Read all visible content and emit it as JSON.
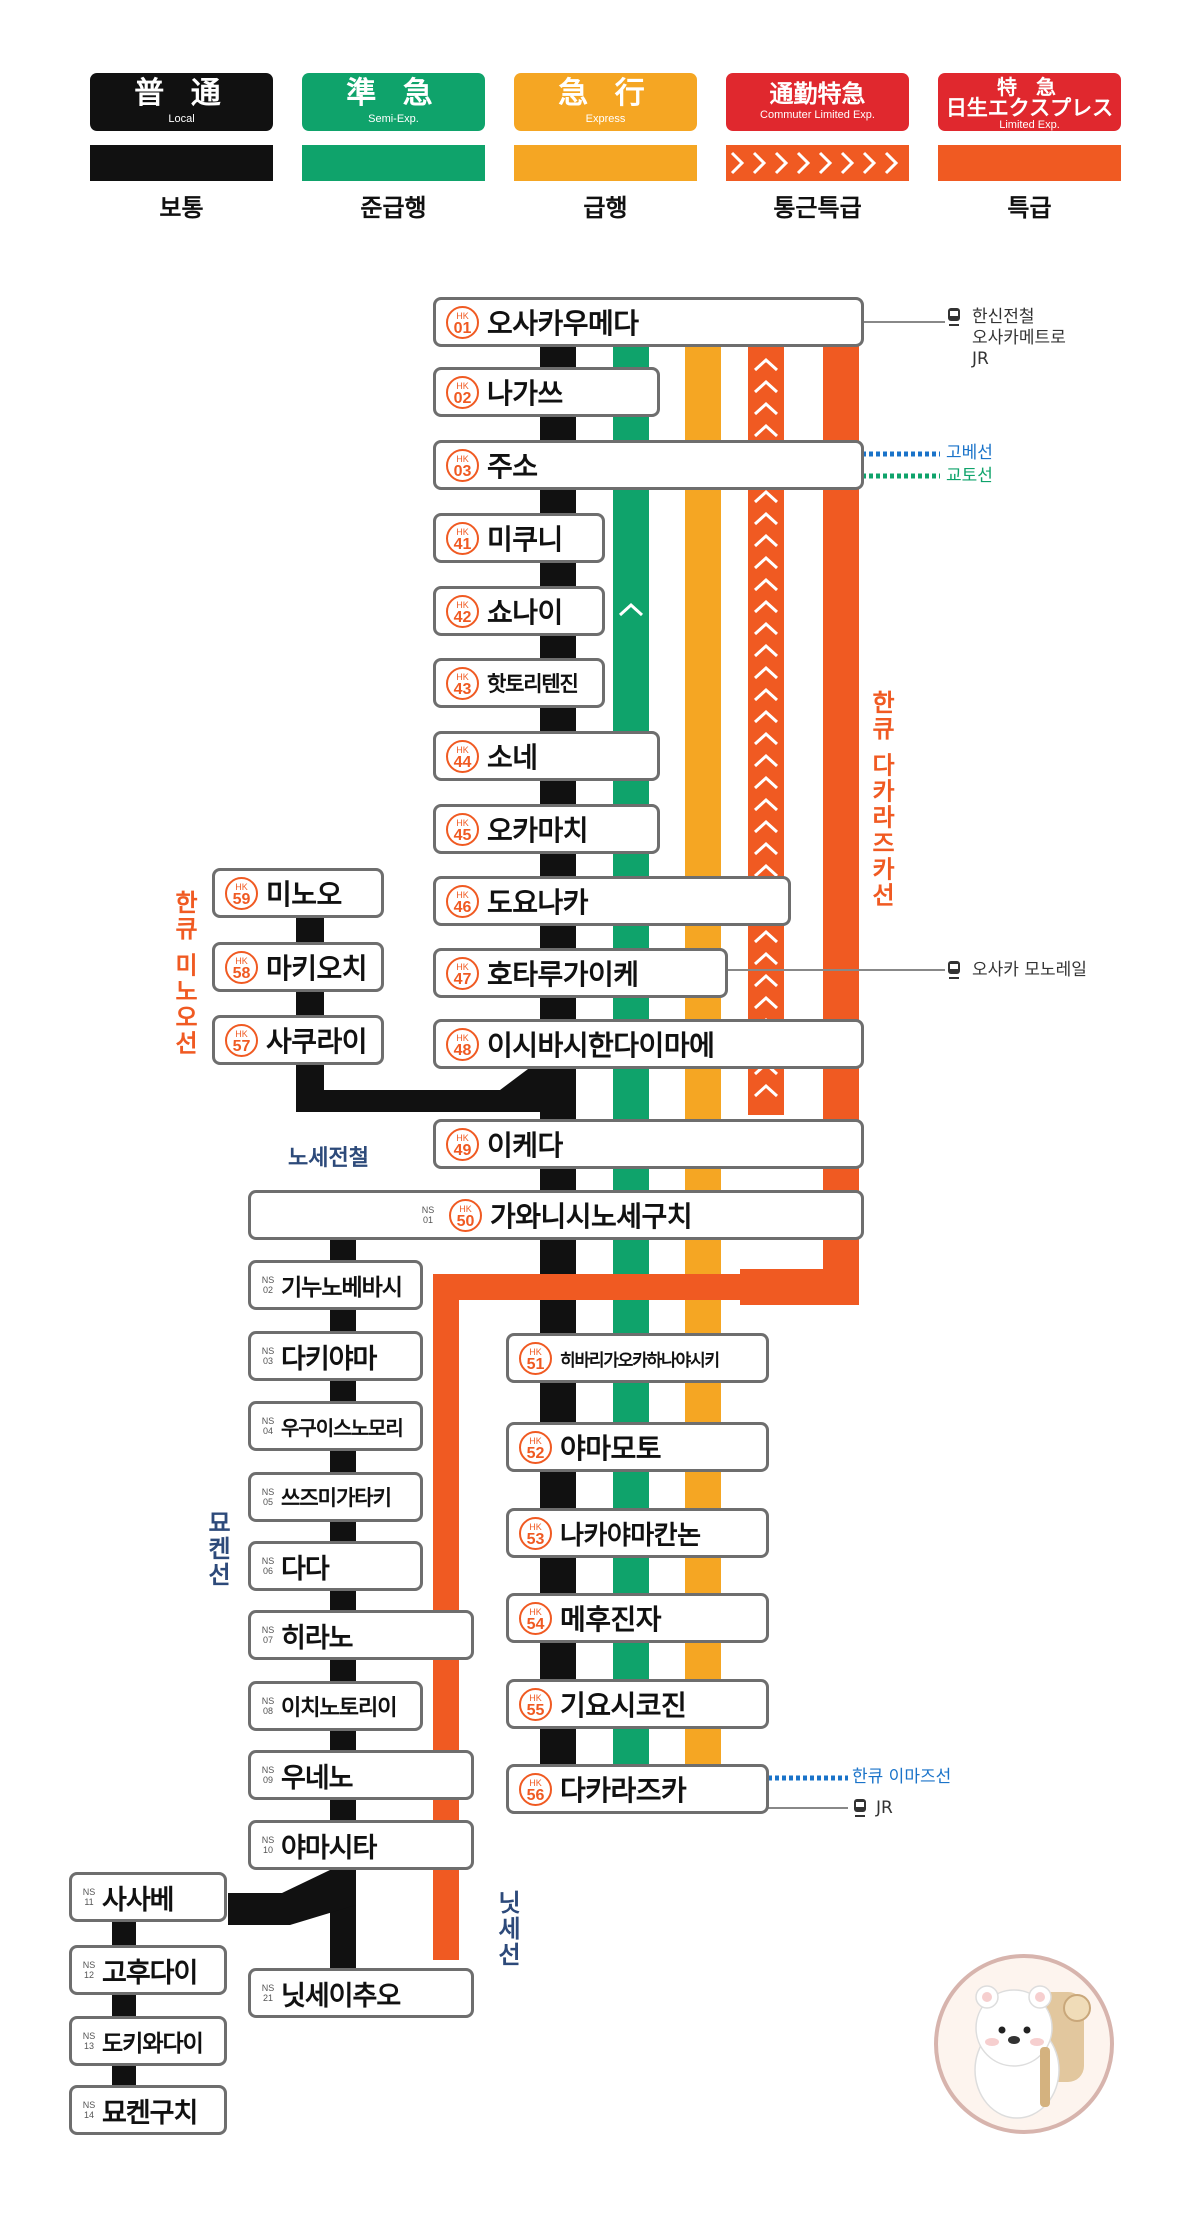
{
  "legend": [
    {
      "jp": "普 通",
      "en": "Local",
      "ko": "보통",
      "color": "#111111"
    },
    {
      "jp": "準 急",
      "en": "Semi-Exp.",
      "ko": "준급행",
      "color": "#0fa36b"
    },
    {
      "jp": "急 行",
      "en": "Express",
      "ko": "급행",
      "color": "#f5a623"
    },
    {
      "jp": "通勤特急",
      "en": "Commuter Limited Exp.",
      "ko": "통근특급",
      "color": "#e0282e",
      "stripe": "#f05a22"
    },
    {
      "jp": "特 急",
      "jp2": "日生エクスプレス",
      "en": "Limited Exp.",
      "ko": "특급",
      "color": "#e0282e",
      "bar": "#f05a22"
    }
  ],
  "stations": [
    {
      "code": "01",
      "name": "오사카우메다"
    },
    {
      "code": "02",
      "name": "나가쓰"
    },
    {
      "code": "03",
      "name": "주소"
    },
    {
      "code": "41",
      "name": "미쿠니"
    },
    {
      "code": "42",
      "name": "쇼나이"
    },
    {
      "code": "43",
      "name": "핫토리텐진"
    },
    {
      "code": "44",
      "name": "소네"
    },
    {
      "code": "45",
      "name": "오카마치"
    },
    {
      "code": "46",
      "name": "도요나카"
    },
    {
      "code": "47",
      "name": "호타루가이케"
    },
    {
      "code": "48",
      "name": "이시바시한다이마에"
    },
    {
      "code": "49",
      "name": "이케다"
    },
    {
      "code": "50",
      "name": "가와니시노세구치",
      "ns": "01"
    },
    {
      "code": "51",
      "name": "히바리가오카하나야시키"
    },
    {
      "code": "52",
      "name": "야마모토"
    },
    {
      "code": "53",
      "name": "나카야마칸논"
    },
    {
      "code": "54",
      "name": "메후진자"
    },
    {
      "code": "55",
      "name": "기요시코진"
    },
    {
      "code": "56",
      "name": "다카라즈카"
    }
  ],
  "minoo_stations": [
    {
      "code": "59",
      "name": "미노오"
    },
    {
      "code": "58",
      "name": "마키오치"
    },
    {
      "code": "57",
      "name": "사쿠라이"
    }
  ],
  "nose_stations": [
    {
      "code": "02",
      "name": "기누노베바시"
    },
    {
      "code": "03",
      "name": "다키야마"
    },
    {
      "code": "04",
      "name": "우구이스노모리"
    },
    {
      "code": "05",
      "name": "쓰즈미가타키"
    },
    {
      "code": "06",
      "name": "다다"
    },
    {
      "code": "07",
      "name": "히라노"
    },
    {
      "code": "08",
      "name": "이치노토리이"
    },
    {
      "code": "09",
      "name": "우네노"
    },
    {
      "code": "10",
      "name": "야마시타"
    },
    {
      "code": "21",
      "name": "닛세이추오"
    },
    {
      "code": "11",
      "name": "사사베"
    },
    {
      "code": "12",
      "name": "고후다이"
    },
    {
      "code": "13",
      "name": "도키와다이"
    },
    {
      "code": "14",
      "name": "묘켄구치"
    }
  ],
  "prefix": {
    "hk": "HK",
    "ns": "NS"
  },
  "connections": {
    "umeda_1": "한신전철",
    "umeda_2": "오사카메트로",
    "umeda_3": "JR",
    "juso_1": "고베선",
    "juso_2": "교토선",
    "hotaru": "오사카 모노레일",
    "takara_1": "한큐 이마즈선",
    "takara_2": "JR"
  },
  "line_labels": {
    "takarazuka": "한큐 다카라즈카선",
    "minoo": "한큐 미노오선",
    "nose_railway": "노세전철",
    "myoken": "묘켄선",
    "nissei": "닛세선"
  },
  "colors": {
    "hk": "#f05a22",
    "blue_label": "#2d4a7a",
    "kobe": "#1a73c9",
    "kyoto": "#0fa36b"
  }
}
